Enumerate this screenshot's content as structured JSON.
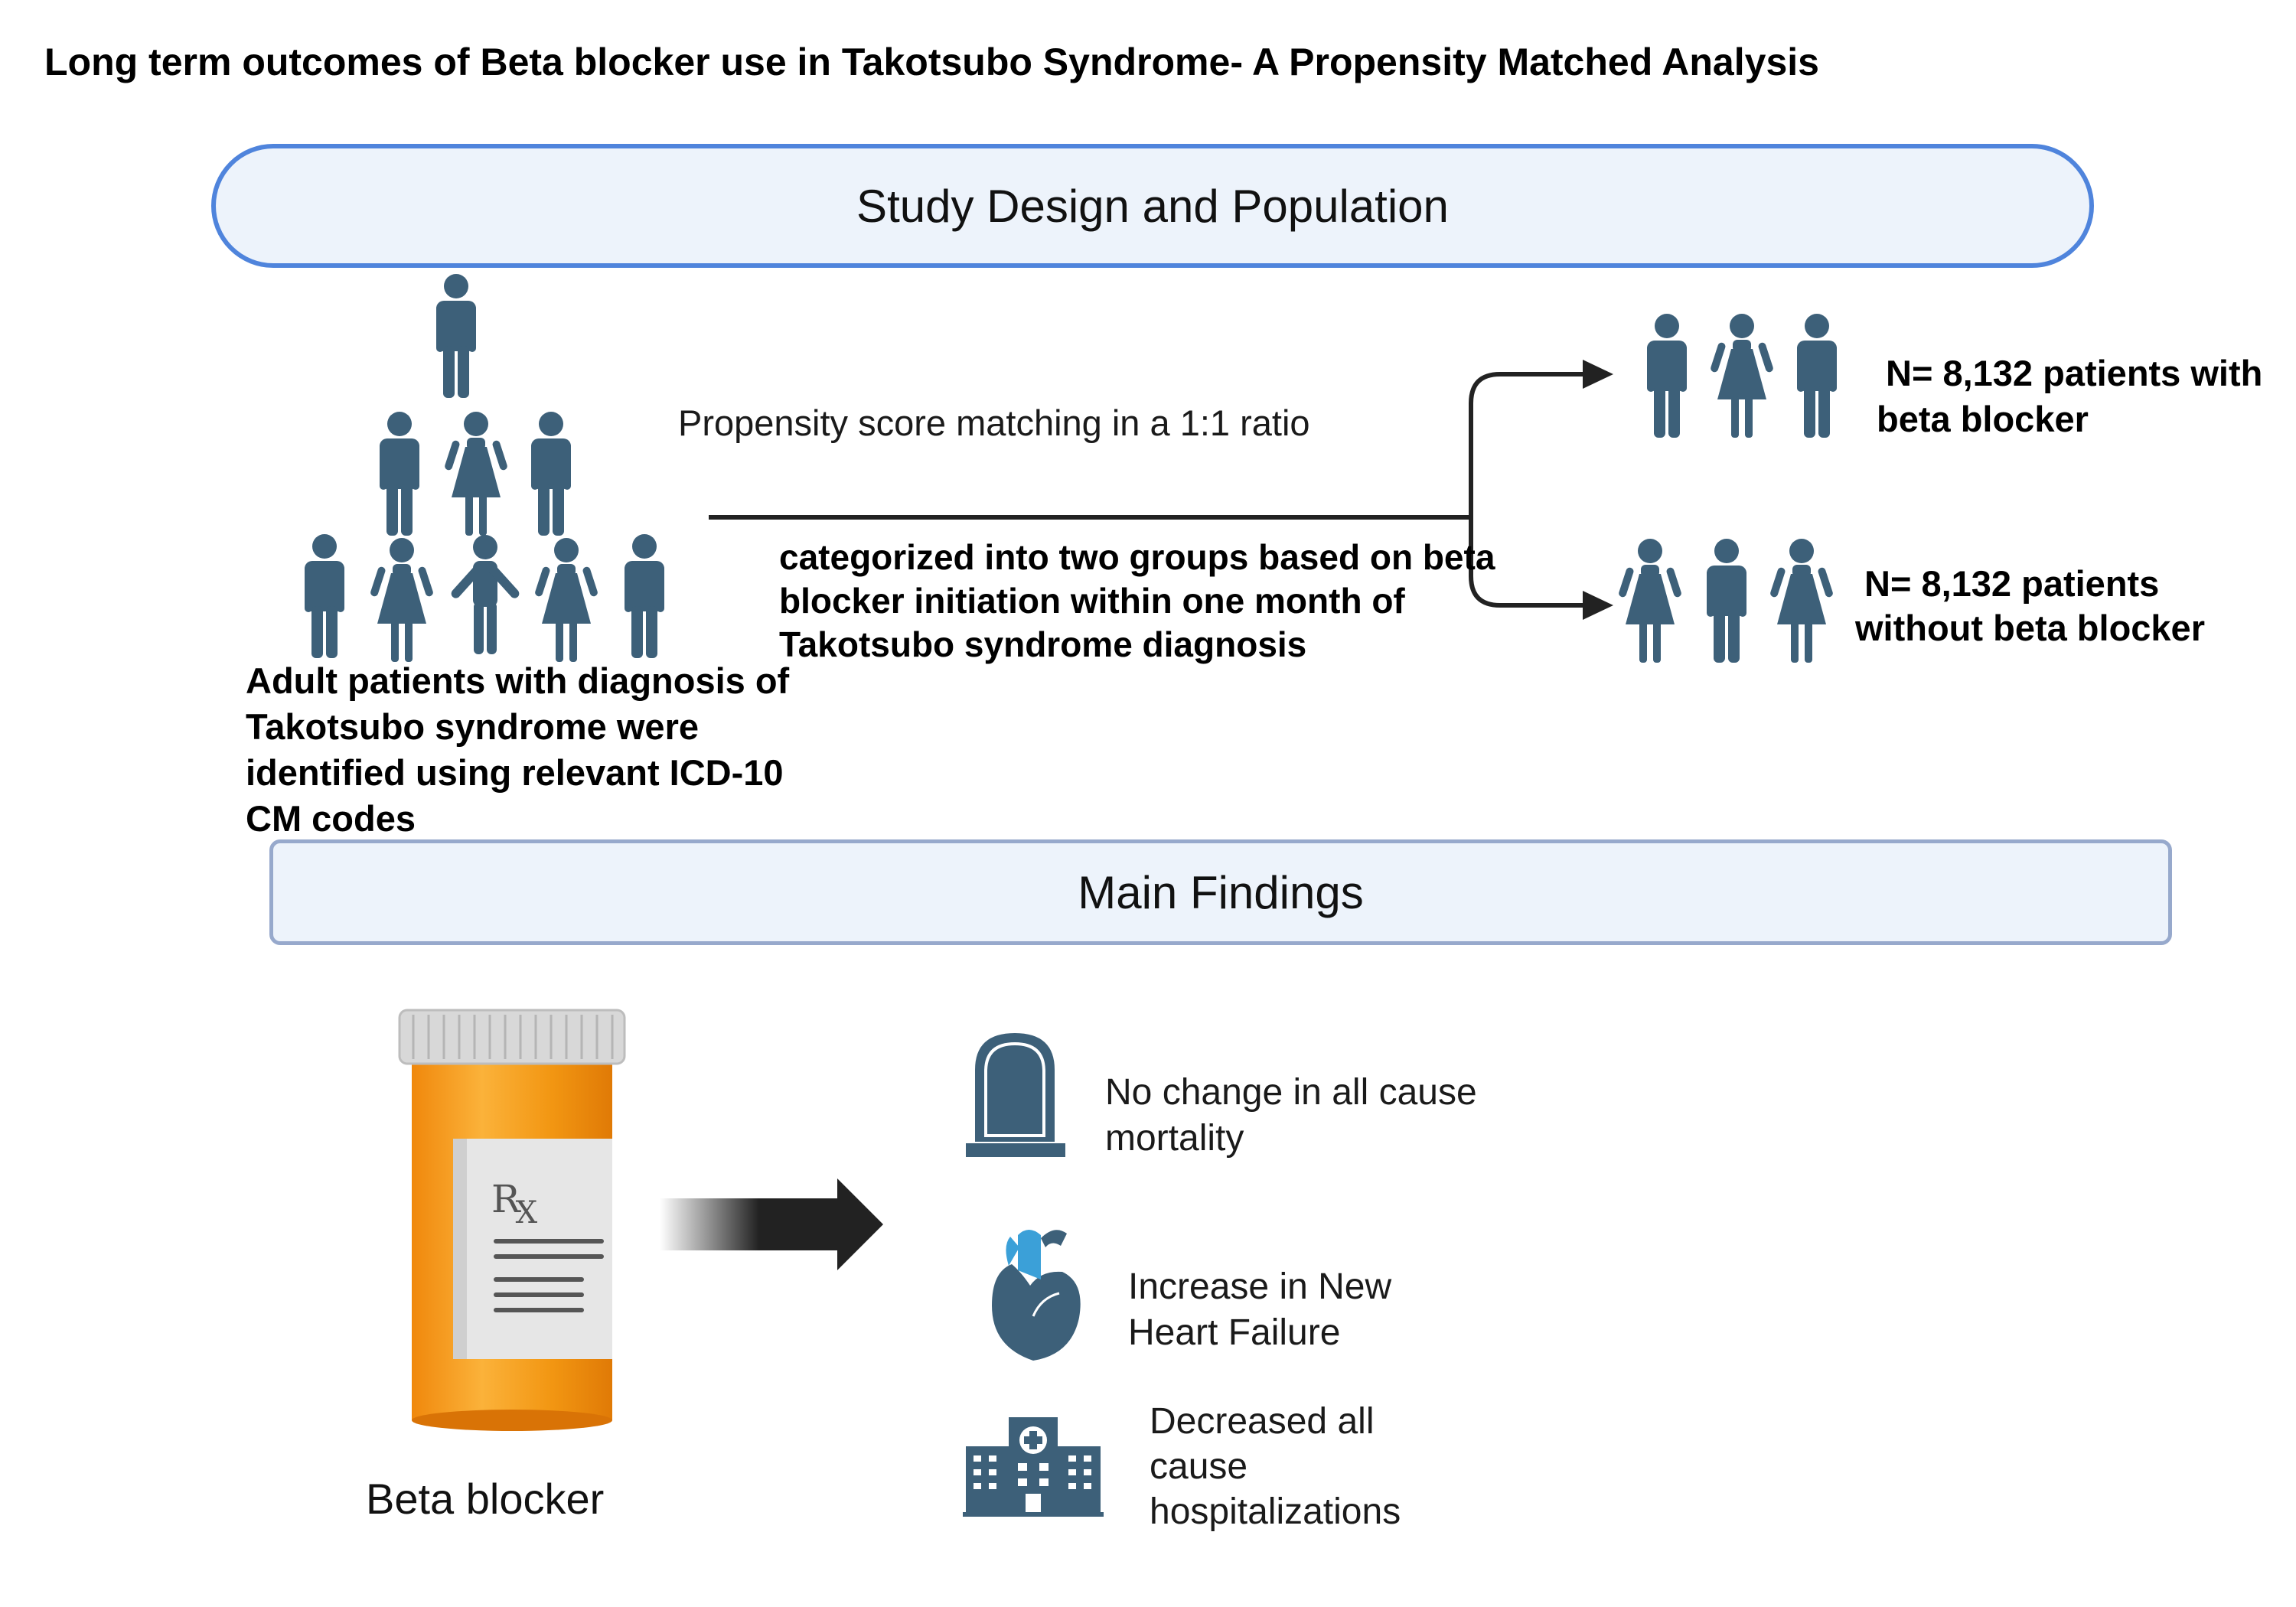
{
  "title": "Long term outcomes of Beta blocker use in Takotsubo Syndrome- A Propensity Matched Analysis",
  "study_design": {
    "banner": "Study Design and Population",
    "population_lines": [
      "Adult patients with diagnosis of",
      "Takotsubo syndrome were",
      "identified using relevant ICD-10",
      "CM codes"
    ],
    "matching_label": "Propensity score matching in a 1:1 ratio",
    "categorized_lines": [
      "categorized into two groups based on beta",
      "blocker initiation within one month of",
      "Takotsubo syndrome diagnosis"
    ],
    "group_with_lines": [
      "N= 8,132 patients with",
      "beta blocker"
    ],
    "group_without_lines": [
      "N= 8,132 patients",
      "without beta blocker"
    ]
  },
  "main_findings": {
    "banner": "Main Findings",
    "drug_label": "Beta blocker",
    "rx_symbol": "R",
    "rx_sub": "X",
    "findings": [
      {
        "icon": "tombstone-icon",
        "lines": [
          "No change in all cause",
          "mortality"
        ]
      },
      {
        "icon": "heart-icon",
        "lines": [
          "Increase in New",
          "Heart Failure"
        ]
      },
      {
        "icon": "hospital-icon",
        "lines": [
          "Decreased all",
          "cause",
          "hospitalizations"
        ]
      }
    ]
  },
  "colors": {
    "person": "#3d6079",
    "banner_fill": "#edf3fb",
    "banner_border_top": "#4f84dc",
    "banner_border_bottom": "#97a9cc",
    "bottle": "#f59a12",
    "cap": "#d9d9d9",
    "heart_vessel": "#3ba0d8",
    "arrow": "#222222"
  }
}
